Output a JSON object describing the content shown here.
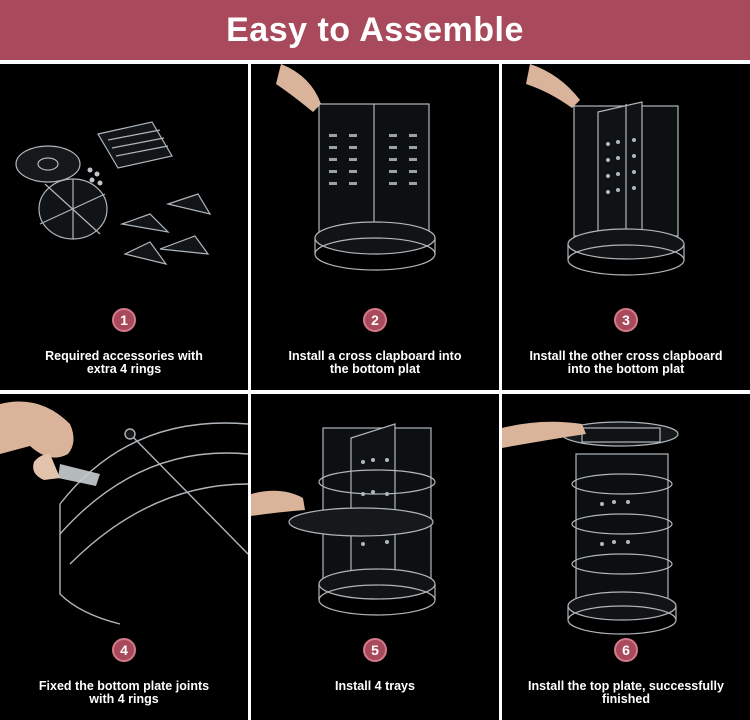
{
  "header": {
    "title": "Easy to Assemble"
  },
  "colors": {
    "accent": "#a84a5c",
    "panel": "#000000"
  },
  "steps": [
    {
      "number": "1",
      "line1": "Required accessories with",
      "line2": "extra 4 rings"
    },
    {
      "number": "2",
      "line1": "Install a cross clapboard into",
      "line2": "the bottom plat"
    },
    {
      "number": "3",
      "line1": "Install the other cross clapboard",
      "line2": "into the bottom plat"
    },
    {
      "number": "4",
      "line1": "Fixed the bottom plate joints",
      "line2": "with 4 rings"
    },
    {
      "number": "5",
      "line1": "Install 4 trays",
      "line2": ""
    },
    {
      "number": "6",
      "line1": "Install the top plate, successfully",
      "line2": "finished"
    }
  ]
}
